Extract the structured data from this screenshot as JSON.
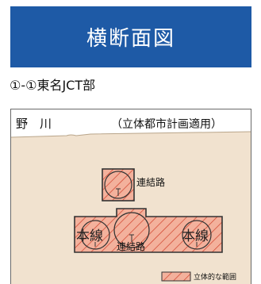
{
  "header": {
    "title": "横断面図"
  },
  "subtitle": "①-①東名JCT部",
  "diagram": {
    "river_label": "野　川",
    "note": "（立体都市計画適用）",
    "upper_box_label": "連結路",
    "lower_center_label": "連結路",
    "left_label": "本線",
    "right_label": "本線",
    "legend_label": "立体的な範囲"
  },
  "colors": {
    "header_bg": "#1e5aa6",
    "soil": "#f0e0cd",
    "hatch_fill": "#f0a890",
    "hatch_stroke": "#d0402a",
    "outline": "#333333"
  }
}
